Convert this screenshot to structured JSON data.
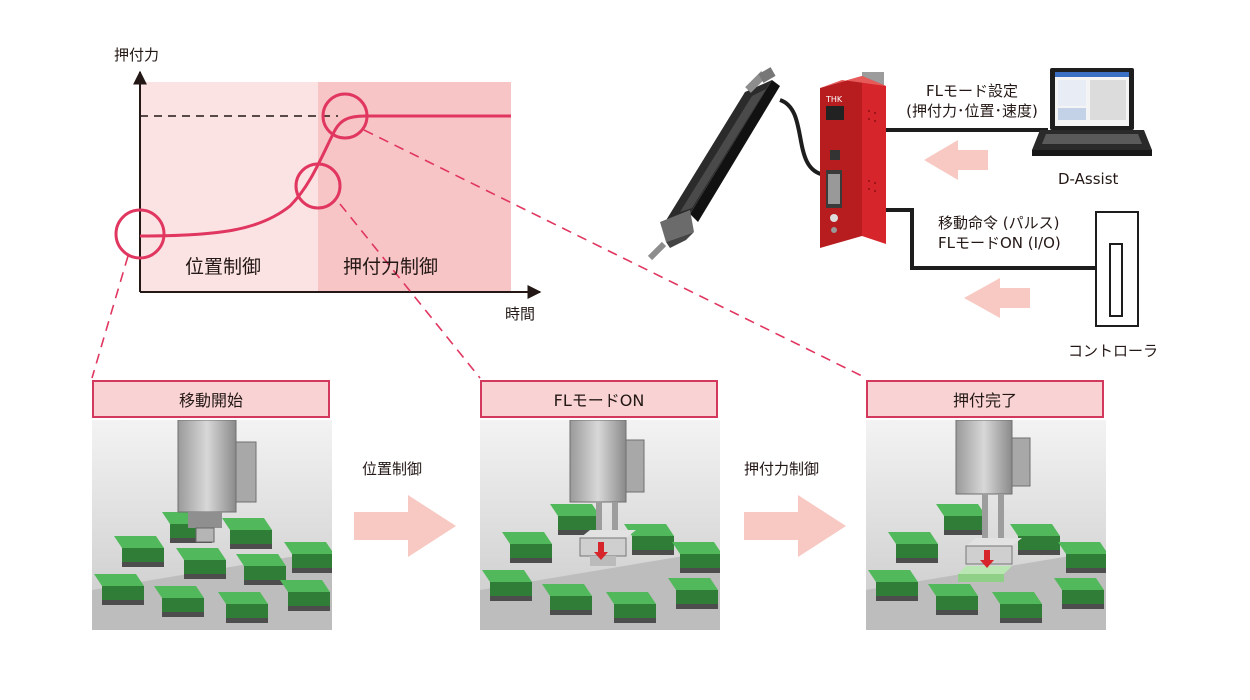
{
  "graph": {
    "y_axis_label": "押付力",
    "x_axis_label": "時間",
    "region_position": "位置制御",
    "region_force": "押付力制御"
  },
  "setup": {
    "fl_mode_setting": "FLモード設定",
    "fl_mode_params": "(押付力･位置･速度)",
    "pc_label": "D-Assist",
    "move_command": "移動命令 (パルス)",
    "fl_mode_on_io": "FLモードON (I/O)",
    "controller_label": "コントローラ",
    "driver_badge": "THK"
  },
  "stages": [
    {
      "title": "移動開始"
    },
    {
      "title": "FLモードON"
    },
    {
      "title": "押付完了"
    }
  ],
  "transitions": [
    {
      "label": "位置制御"
    },
    {
      "label": "押付力制御"
    }
  ],
  "colors": {
    "accent": "#e0365f",
    "region_light": "#fbe3e3",
    "region_dark": "#f7c5c5",
    "arrow_pink": "#f8c9c3",
    "driver_red": "#d7262b",
    "block_green": "#3fa34a"
  }
}
